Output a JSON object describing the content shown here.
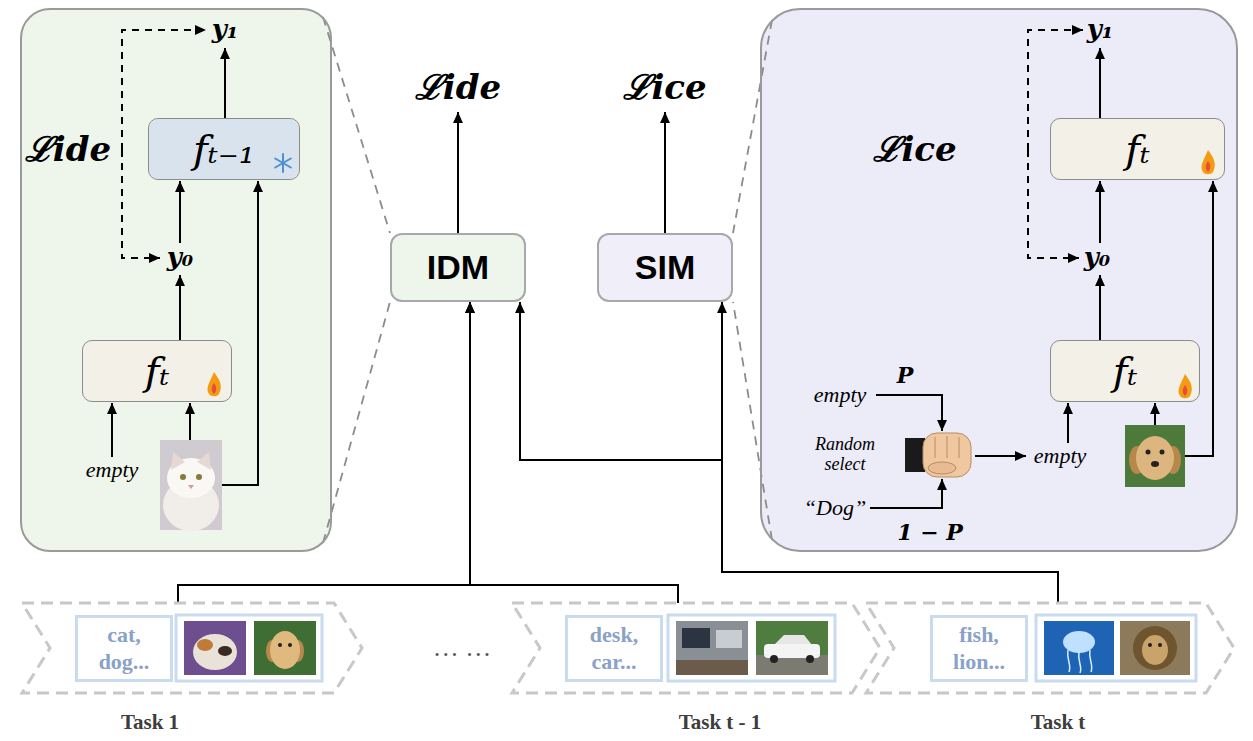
{
  "diagram": {
    "nodes": [
      {
        "text": [
          "y₁",
          "ℒide",
          "y₀",
          "empty"
        ]
      },
      {
        "text": [
          "fₜ₋₁"
        ],
        "in": 0
      },
      {
        "text": [
          "fₜ"
        ],
        "in": 0
      },
      {
        "text": [
          "IDM"
        ]
      },
      {
        "text": [
          "SIM"
        ]
      },
      {
        "text": [
          "y₁",
          "ℒice",
          "y₀",
          "P",
          "empty",
          "Random select",
          "empty",
          "“Dog”",
          "1 − P"
        ]
      },
      {
        "text": [
          "fₜ"
        ],
        "in": 5
      },
      {
        "text": [
          "fₜ"
        ],
        "in": 5
      },
      {
        "text": [
          "Task 1"
        ]
      },
      {
        "text": [
          "cat, dog..."
        ],
        "in": 8
      },
      {
        "text": [
          "Task t - 1"
        ]
      },
      {
        "text": [
          "desk, car..."
        ],
        "in": 10
      },
      {
        "text": [
          "Task t"
        ]
      },
      {
        "text": [
          "fish, lion..."
        ],
        "in": 12
      }
    ],
    "edges": [
      {
        "from": 0,
        "to": 3,
        "arrow": "none"
      },
      {
        "from": 5,
        "to": 4,
        "arrow": "none"
      },
      {
        "from": 8,
        "to": 3,
        "arrow": "to"
      },
      {
        "from": 10,
        "to": 3,
        "arrow": "to"
      },
      {
        "from": 12,
        "to": 3,
        "arrow": "to"
      },
      {
        "from": 12,
        "to": 4,
        "arrow": "to"
      }
    ],
    "labels": [
      "ℒide",
      "ℒice",
      "… …"
    ]
  }
}
